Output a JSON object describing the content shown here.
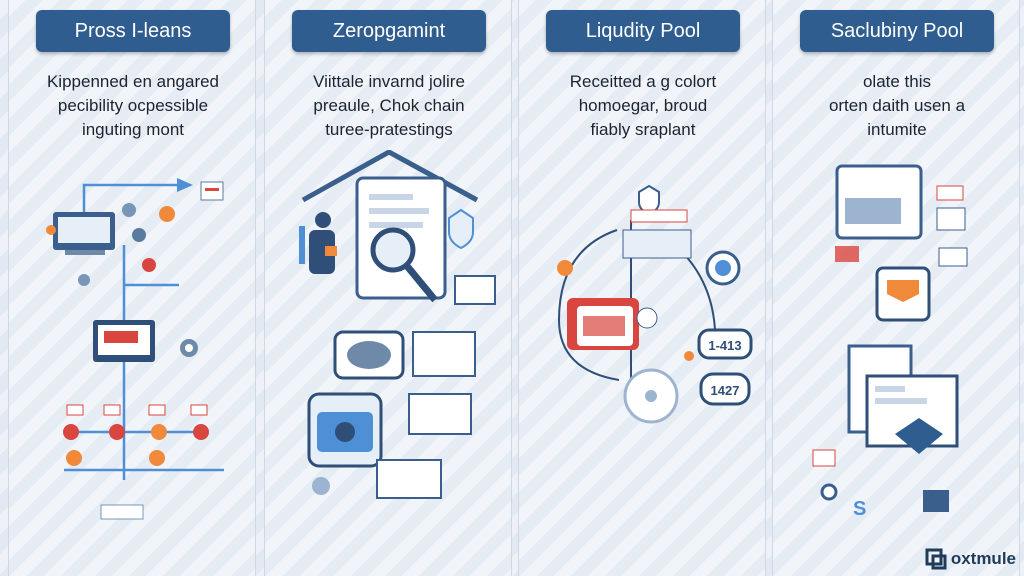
{
  "panels": [
    {
      "title": "Pross I-leans",
      "lines": [
        "Kippenned en angared",
        "pecibility ocpessible",
        "inguting mont"
      ]
    },
    {
      "title": "Zeropgamint",
      "lines": [
        "Viittale invarnd jolire",
        "preaule, Chok chain",
        "turee-pratestings"
      ]
    },
    {
      "title": "Liqudity Pool",
      "lines": [
        "Receitted a g colort",
        "homoegar, broud",
        "fiably sraplant"
      ],
      "badges": [
        "1-413",
        "1427"
      ]
    },
    {
      "title": "Saclubiny Pool",
      "lines": [
        "olate this",
        "orten daith usen a",
        "intumite"
      ]
    }
  ],
  "brand": {
    "logo_text": "oxtmule"
  },
  "icons": [
    "laptop-icon",
    "arrow-icon",
    "house-icon",
    "person-icon",
    "magnifier-icon",
    "shield-icon",
    "wallet-icon",
    "coin-icon",
    "document-icon",
    "monitor-icon",
    "box-icon"
  ],
  "colors": {
    "pill": "#2f5d8f",
    "accent_red": "#d9463f",
    "accent_orange": "#f08a3a",
    "line_blue": "#4f8fd6"
  }
}
